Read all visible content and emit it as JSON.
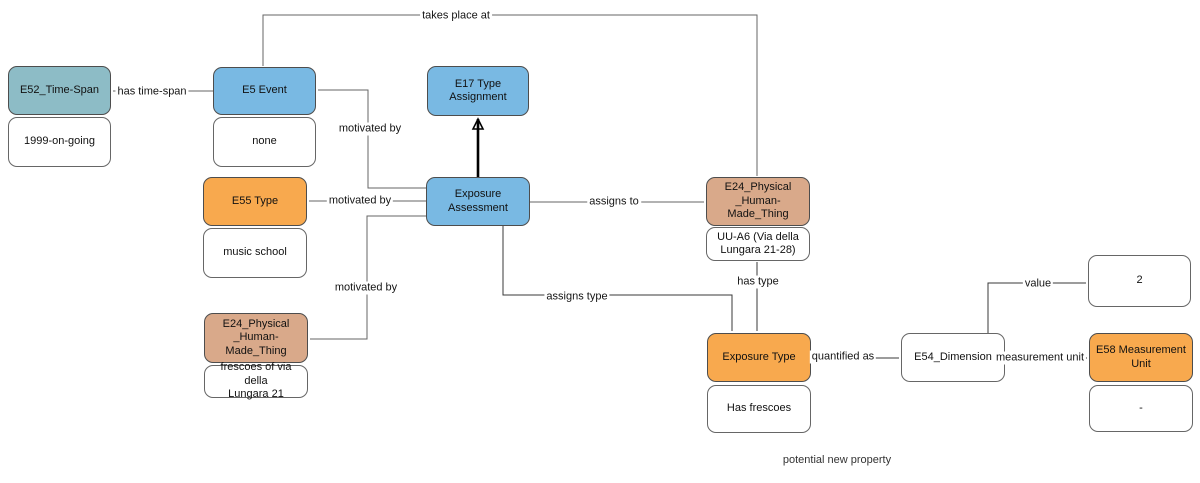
{
  "nodes": {
    "e52_time_span": {
      "label": "E52_Time-Span",
      "value": "1999-on-going"
    },
    "e5_event": {
      "label": "E5 Event",
      "value": "none"
    },
    "e17_type_assignment": {
      "label": "E17 Type\nAssignment"
    },
    "exposure_assessment": {
      "label": "Exposure\nAssessment"
    },
    "e55_type": {
      "label": "E55 Type",
      "value": "music school"
    },
    "e24_frescoes": {
      "label": "E24_Physical\n_Human-Made_Thing",
      "value": "frescoes of via della\nLungara 21"
    },
    "e24_building": {
      "label": "E24_Physical\n_Human-Made_Thing",
      "value": "UU-A6 (Via della\nLungara 21-28)"
    },
    "exposure_type": {
      "label": "Exposure Type",
      "value": "Has frescoes"
    },
    "e54_dimension": {
      "label": "E54_Dimension"
    },
    "dimension_value": {
      "label": "2"
    },
    "e58_measurement_unit": {
      "label": "E58 Measurement\nUnit",
      "value": "-"
    }
  },
  "edges": {
    "takes_place_at": "takes place at",
    "has_time_span": "has time-span",
    "motivated_by_event": "motivated by",
    "motivated_by_type": "motivated by",
    "motivated_by_thing": "motivated by",
    "assigns_to": "assigns to",
    "assigns_type": "assigns type",
    "has_type": "has type",
    "quantified_as": "quantified as",
    "value": "value",
    "measurement_unit": "measurement unit"
  },
  "annotations": {
    "potential_new_property": "potential new property"
  },
  "colors": {
    "blue": "#79b9e3",
    "teal": "#8dbcc6",
    "orange": "#f8a94e",
    "tan": "#d9a98a",
    "white": "#ffffff",
    "edge_gray": "#666666",
    "edge_dark": "#383838"
  }
}
